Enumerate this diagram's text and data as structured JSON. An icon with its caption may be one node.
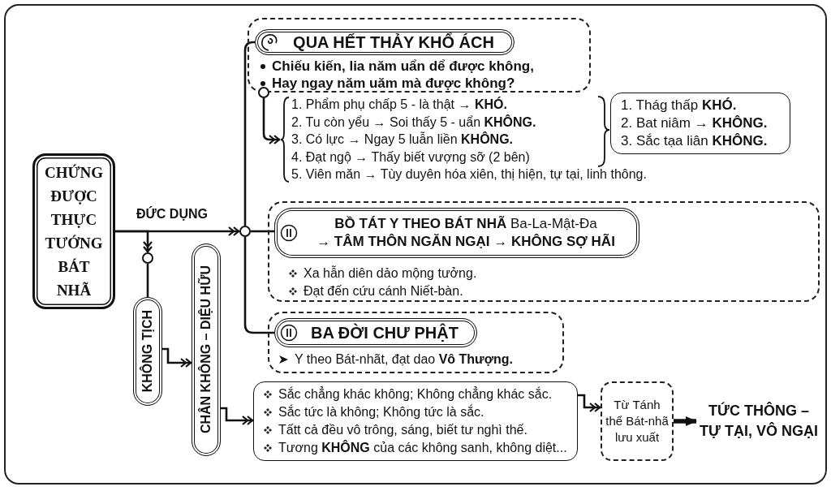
{
  "diagram": {
    "nodes": [
      {
        "text": [
          "CHỨNG ĐƯỢC THỰC TƯỚNG BÁT NHÃ"
        ]
      },
      {
        "text": [],
        "shape": "circle"
      },
      {
        "text": [
          "Chiếu kiến, lia năm uẩn dể được không,",
          "Hay ngay năm uăm mà được không?"
        ]
      },
      {
        "text": [
          "QUA HẾT THẢY KHỔ ÁCH"
        ],
        "in": 2
      },
      {
        "text": [],
        "shape": "circle"
      },
      {
        "text": [
          "1. Phẩm phụ chấp 5 - là thật → **KHÓ.**",
          "2. Tu còn yểu → Soi thấy 5 - uẩn **KHÔNG.**",
          "3. Có lực → Ngay 5 luẫn liền **KHÔNG.**",
          "4. Đạt ngộ → Thấy biết vượng sỡ (2 bên)",
          "5. Viên măn → Tùy duyên hóa xiên, thị hiện, tự tại, linh thông."
        ]
      },
      {
        "text": [
          "1. Thág thấp **KHÓ.**",
          "2. Bat niâm → **KHÔNG.**",
          "3. Sắc tạa liân **KHÔNG.**"
        ]
      },
      {
        "text": [
          "Xa hẫn diên dảo mộng tưởng.",
          "Đạt đến cứu cánh Niết-bàn."
        ]
      },
      {
        "text": [
          "**BỒ TÁT Y THEO BÁT NHÃ** Ba-La-Mật-Đa",
          "→ TÂM THÔN NGĂN NGẠI → KHÔNG SỢ HÃI"
        ],
        "in": 7
      },
      {
        "text": [
          "Y theo Bát-nhãt, đạt dao **Vô Thượng.**"
        ]
      },
      {
        "text": [
          "BA ĐỜI CHƯ PHẬT"
        ],
        "in": 9
      },
      {
        "text": [],
        "shape": "circle"
      },
      {
        "text": [
          "KHÔNG TỊCH"
        ]
      },
      {
        "text": [
          "CHÂN KHÔNG – DIỆU HỮU"
        ]
      },
      {
        "text": [
          "Sắc chẳng khác không; Không chẳng khác sắc.",
          "Sắc tức là không; Không tức là sắc.",
          "Tấtt cả đều vô trông, sáng, biết tư nghì thế.",
          "Tương **KHÔNG** của các không sanh, không diệt..."
        ]
      },
      {
        "text": [
          "Từ Tánh thể Bát-nhã lưu xuất"
        ]
      },
      {
        "text": [
          "TỨC THÔNG – TỰ TẠI, VÔ NGẠI"
        ]
      }
    ],
    "edges": [
      {
        "from": 0,
        "to": 1,
        "arrow": "to",
        "label": "ĐỨC DỤNG"
      },
      {
        "from": 1,
        "to": 3,
        "arrow": "none"
      },
      {
        "from": 1,
        "to": 8,
        "arrow": "none"
      },
      {
        "from": 1,
        "to": 10,
        "arrow": "none"
      },
      {
        "from": 4,
        "to": 5,
        "arrow": "to"
      },
      {
        "from": 0,
        "to": 11,
        "arrow": "to"
      },
      {
        "from": 11,
        "to": 12,
        "arrow": "none"
      },
      {
        "from": 12,
        "to": 13,
        "arrow": "to"
      },
      {
        "from": 13,
        "to": 14,
        "arrow": "to"
      },
      {
        "from": 14,
        "to": 15,
        "arrow": "to"
      },
      {
        "from": 15,
        "to": 16,
        "arrow": "to",
        "style": "thick"
      }
    ]
  }
}
